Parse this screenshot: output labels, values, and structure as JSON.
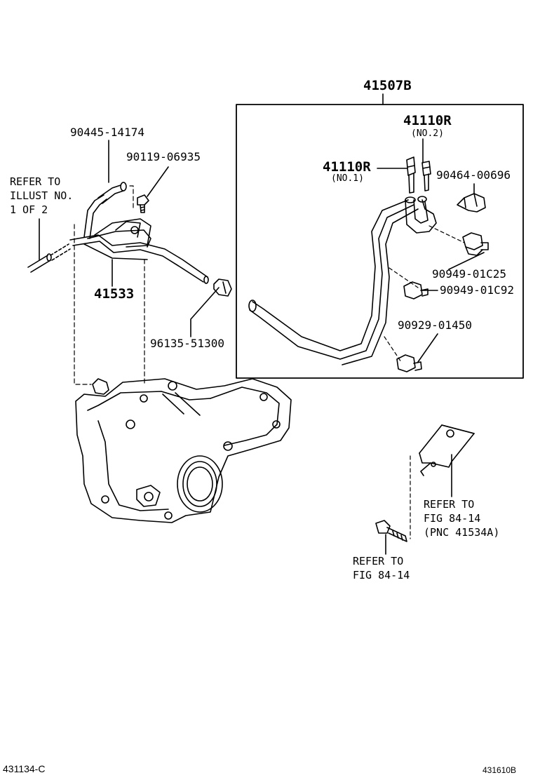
{
  "assembly_label": "41507B",
  "labels": {
    "hose_left": "90445-14174",
    "bolt_left": "90119-06935",
    "pipe_left": "41533",
    "clip_left": "96135-51300",
    "breather_no2": "41110R",
    "breather_no2_sub": "(NO.2)",
    "breather_no1": "41110R",
    "breather_no1_sub": "(NO.1)",
    "clip_a": "90464-00696",
    "clamp_b": "90949-01C25",
    "clamp_c": "90949-01C92",
    "clamp_d": "90929-01450"
  },
  "refer_illust": [
    "REFER TO",
    "ILLUST NO.",
    "1 OF 2"
  ],
  "refer_bracket": [
    "REFER TO",
    "FIG 84-14",
    "(PNC 41534A)"
  ],
  "refer_bolt": [
    "REFER TO",
    "FIG 84-14"
  ],
  "footer": {
    "left_code": "431134-C",
    "right_code": "431610B"
  }
}
